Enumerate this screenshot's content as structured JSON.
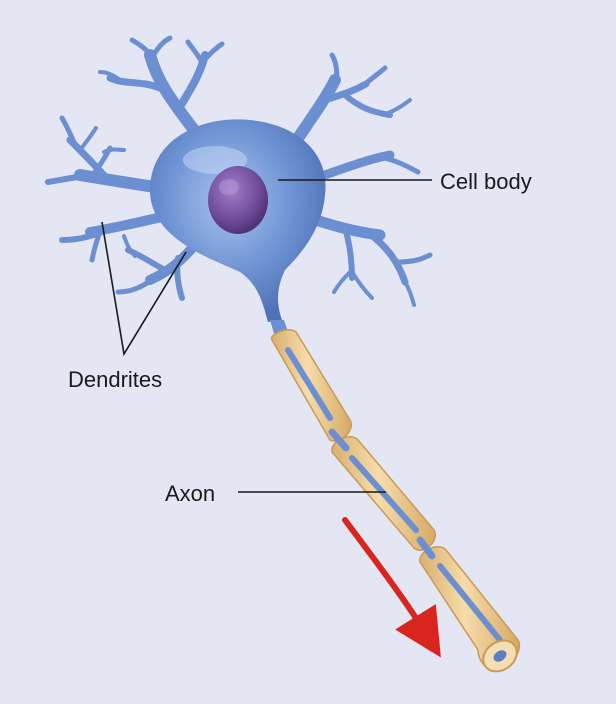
{
  "labels": {
    "cell_body": "Cell body",
    "dendrites": "Dendrites",
    "axon": "Axon"
  },
  "colors": {
    "background": "#e4e6f3",
    "neuron_blue": "#6b8fd0",
    "nucleus_purple": "#6e4a9a",
    "myelin_tan": "#ecc98e",
    "signal_arrow": "#d8261f",
    "leader_line": "#1a1a1a"
  }
}
